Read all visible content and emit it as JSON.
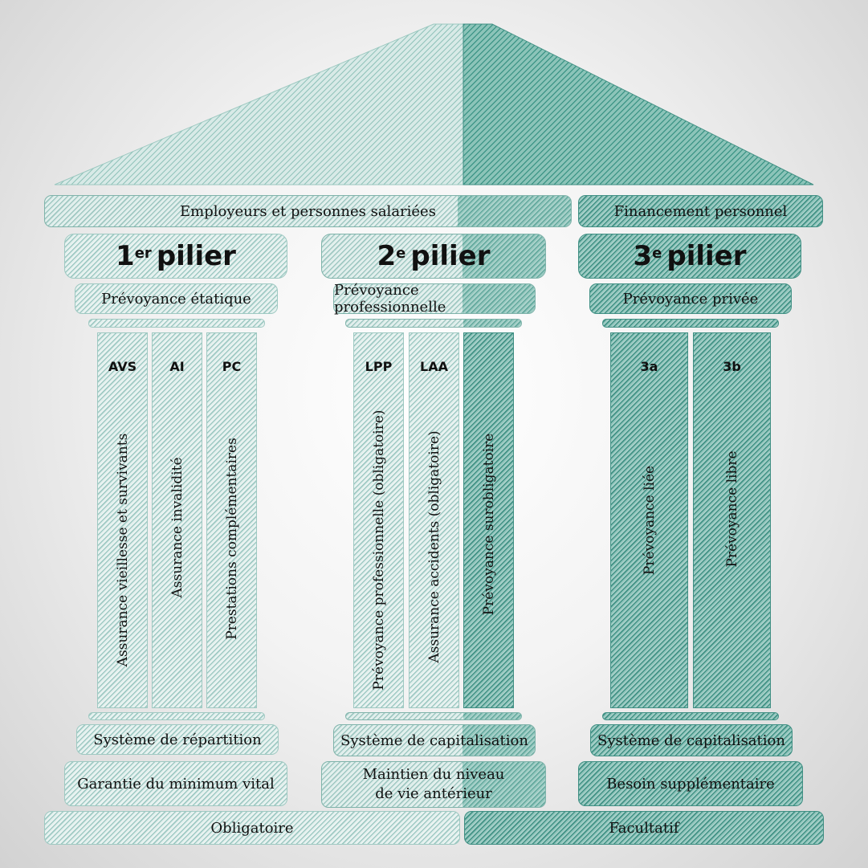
{
  "financing": {
    "employers": "Employeurs et personnes salariées",
    "personal": "Financement personnel"
  },
  "pillars": [
    {
      "number": "1",
      "suffix": "er",
      "word": "pilier",
      "subtitle": "Prévoyance étatique",
      "columns": [
        {
          "abbr": "AVS",
          "name": "Assurance vieillesse et survivants"
        },
        {
          "abbr": "AI",
          "name": "Assurance invalidité"
        },
        {
          "abbr": "PC",
          "name": "Prestations complémentaires"
        }
      ],
      "system": "Système de répartition",
      "goal": "Garantie du minimum vital"
    },
    {
      "number": "2",
      "suffix": "e",
      "word": "pilier",
      "subtitle": "Prévoyance professionnelle",
      "columns": [
        {
          "abbr": "LPP",
          "name": "Prévoyance professionnelle (obligatoire)"
        },
        {
          "abbr": "LAA",
          "name": "Assurance accidents (obligatoire)"
        },
        {
          "abbr": "",
          "name": "Prévoyance surobligatoire"
        }
      ],
      "system": "Système de capitalisation",
      "goal_line1": "Maintien du niveau",
      "goal_line2": "de vie antérieur"
    },
    {
      "number": "3",
      "suffix": "e",
      "word": "pilier",
      "subtitle": "Prévoyance privée",
      "columns": [
        {
          "abbr": "3a",
          "name": "Prévoyance liée"
        },
        {
          "abbr": "3b",
          "name": "Prévoyance libre"
        }
      ],
      "system": "Système de capitalisation",
      "goal": "Besoin supplémentaire"
    }
  ],
  "base": {
    "mandatory": "Obligatoire",
    "optional": "Facultatif"
  },
  "colors": {
    "light_teal": "#d5e8e5",
    "dark_teal": "#7ab9ae"
  }
}
